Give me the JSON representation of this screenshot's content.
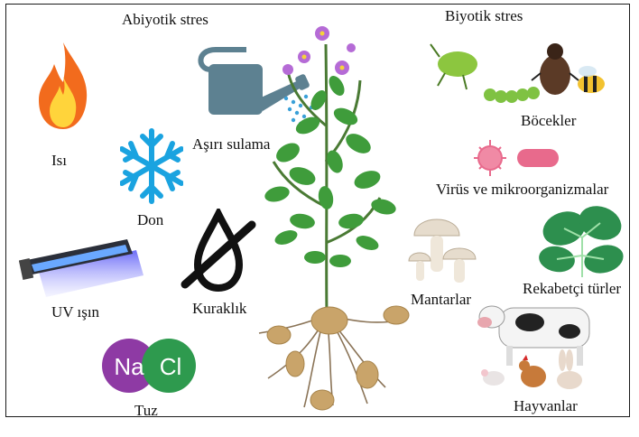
{
  "headings": {
    "abiotic": "Abiyotik stres",
    "biotic": "Biyotik stres"
  },
  "abiotic_labels": {
    "heat": "Isı",
    "frost": "Don",
    "uv": "UV ışın",
    "salt": "Tuz",
    "overwatering": "Aşırı sulama",
    "drought": "Kuraklık"
  },
  "biotic_labels": {
    "insects": "Böcekler",
    "viruses": "Virüs ve mikroorganizmalar",
    "fungi": "Mantarlar",
    "competitors": "Rekabetçi türler",
    "animals": "Hayvanlar"
  },
  "salt_badge": {
    "na": "Na",
    "cl": "Cl"
  },
  "colors": {
    "flame_outer": "#f26b1d",
    "flame_inner": "#ffd43b",
    "snowflake": "#1aa3e0",
    "uv_glow": "#5b5bf5",
    "na_ball": "#8e3aa4",
    "cl_ball": "#2e9a4e",
    "watering_can": "#5d8191",
    "leaf_green": "#3f9c3b",
    "flower": "#b56bd6",
    "tuber": "#c9a46a",
    "mushroom": "#e6dccd",
    "virus": "#e86a8c",
    "competitor_leaf": "#2d8f4e"
  }
}
